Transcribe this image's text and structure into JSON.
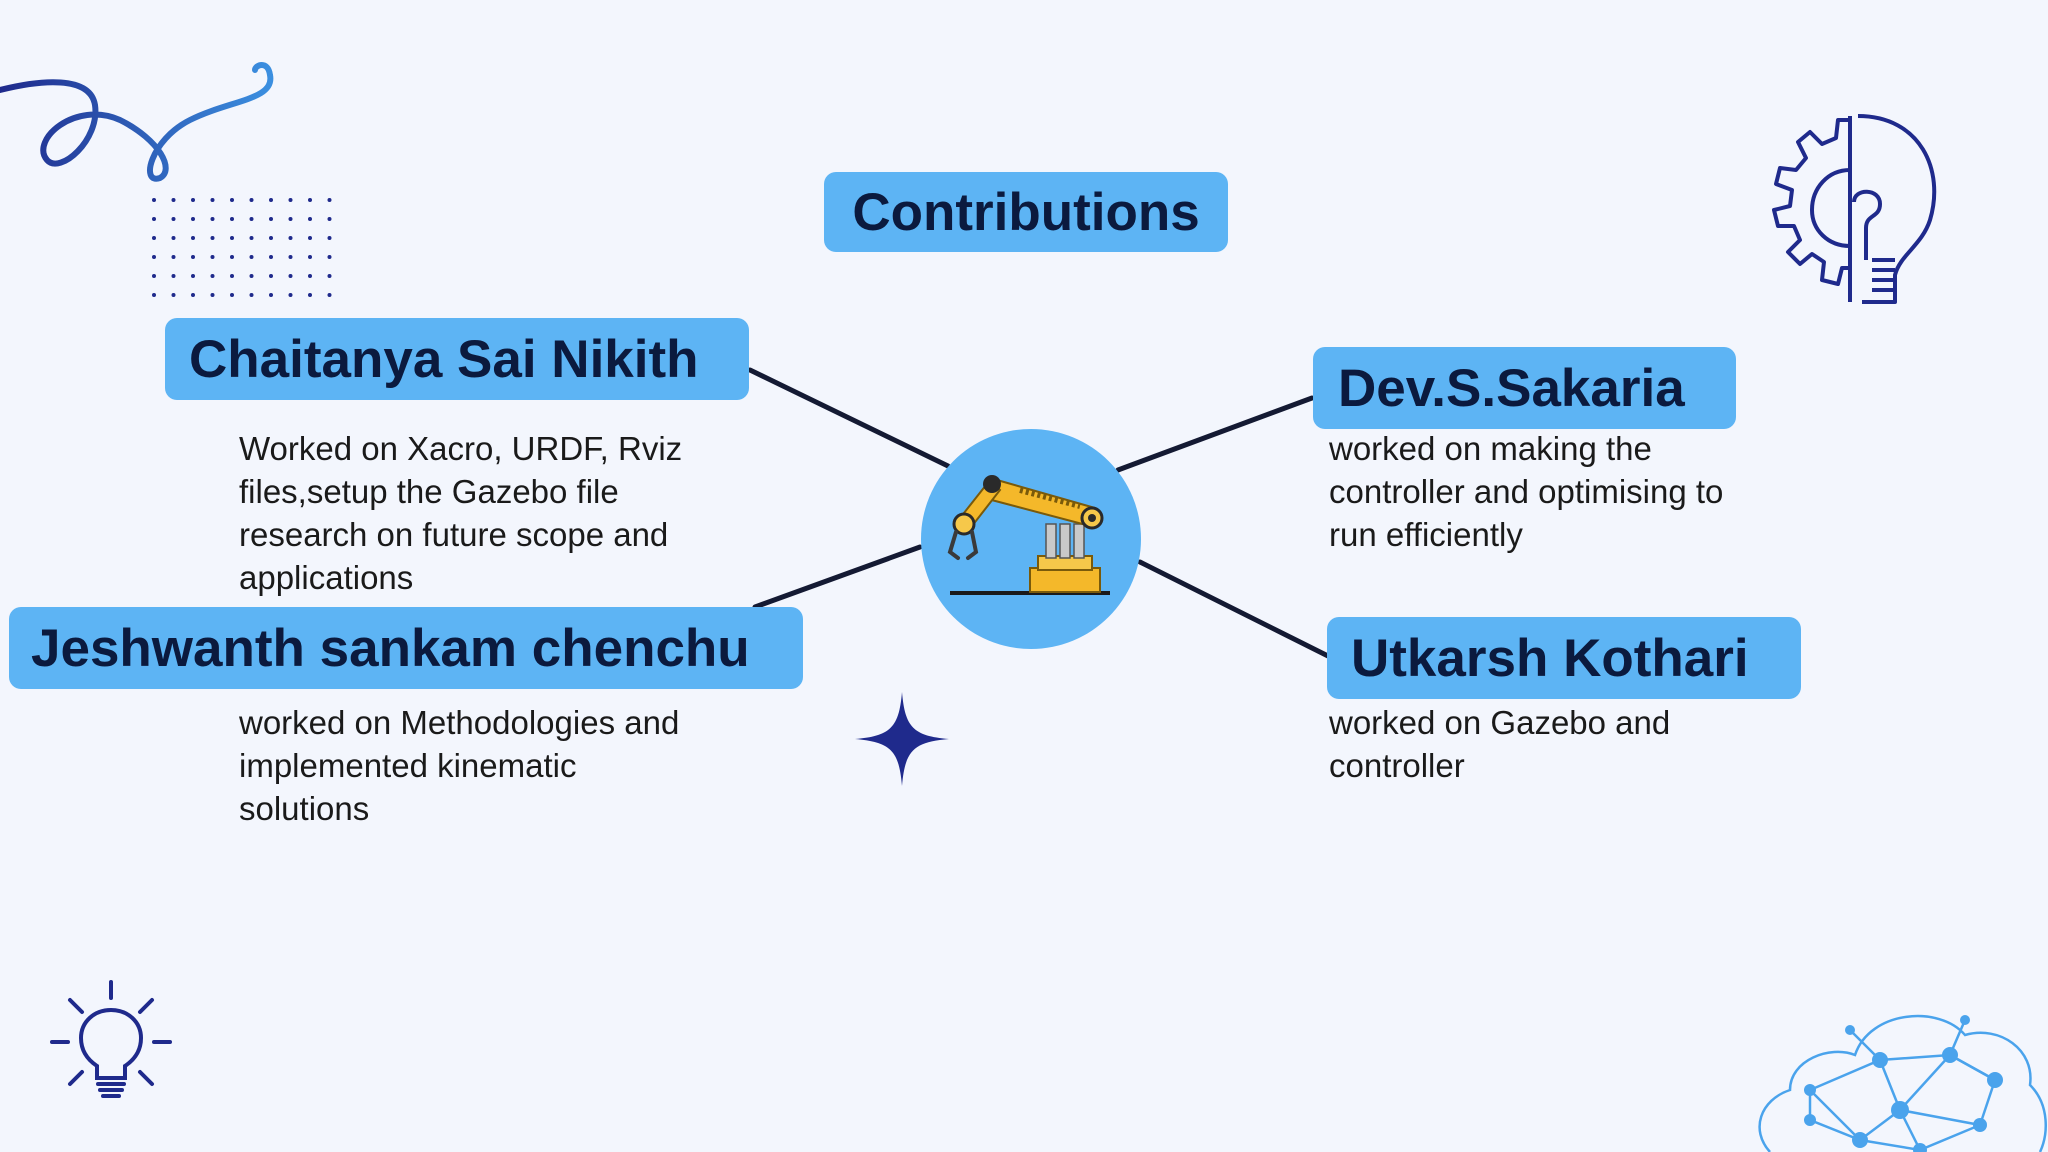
{
  "slide": {
    "title": "Contributions",
    "colors": {
      "background": "#f3f6fd",
      "pill": "#5db4f4",
      "heading_text": "#0b1a3e",
      "accent_navy": "#1f2a8c",
      "connector": "#141a33"
    },
    "center_image": "robotic-arm-icon",
    "members": [
      {
        "name": "Chaitanya Sai Nikith",
        "description_lines": [
          "Worked on Xacro, URDF, Rviz",
          "files,setup the Gazebo file",
          "research on future scope and",
          "applications"
        ]
      },
      {
        "name": "Jeshwanth sankam chenchu",
        "description_lines": [
          "worked on Methodologies and",
          "implemented kinematic",
          "solutions"
        ]
      },
      {
        "name": "Dev.S.Sakaria",
        "description_lines": [
          "worked on making the",
          "controller and optimising to",
          "run efficiently"
        ]
      },
      {
        "name": "Utkarsh Kothari",
        "description_lines": [
          "worked on Gazebo and",
          "controller"
        ]
      }
    ],
    "decorations": [
      "squiggle-icon",
      "dot-grid-icon",
      "gear-bulb-icon",
      "sparkle-star-icon",
      "lightbulb-icon",
      "brain-network-icon"
    ]
  }
}
